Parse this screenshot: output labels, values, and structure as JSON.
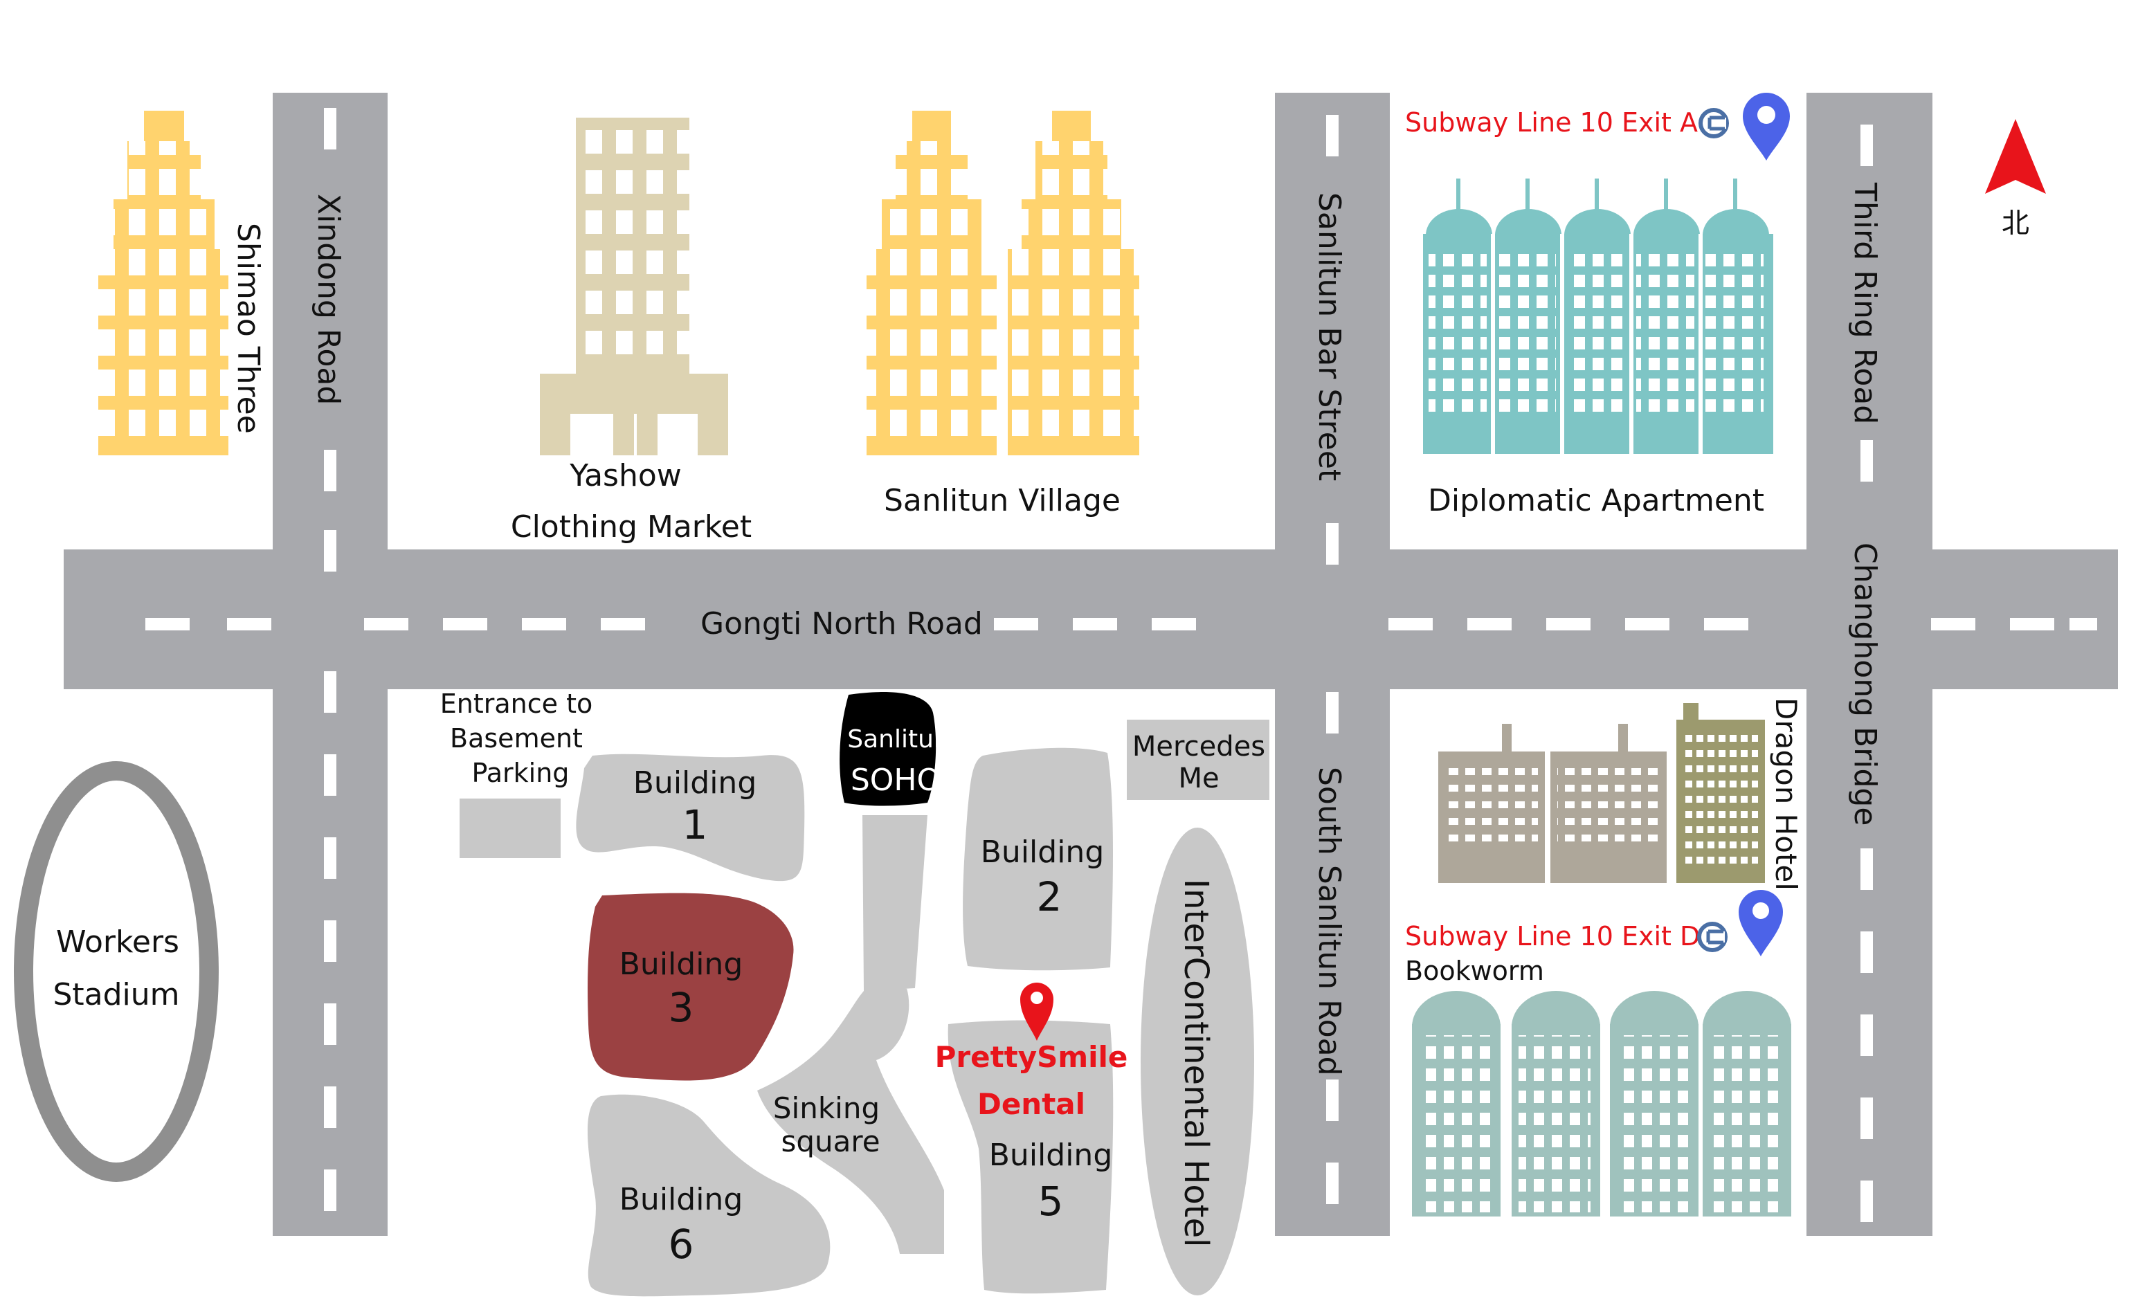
{
  "roads": {
    "xindong": "Xindong Road",
    "gongti_north": "Gongti North Road",
    "sanlitun_bar_street": "Sanlitun Bar Street",
    "south_sanlitun": "South Sanlitun Road",
    "third_ring": "Third Ring Road",
    "changhong_bridge": "Changhong Bridge"
  },
  "places": {
    "shimao_three": "Shimao Three",
    "yashow_line1": "Yashow",
    "yashow_line2": "Clothing Market",
    "sanlitun_village": "Sanlitun Village",
    "diplomatic_apartment": "Diplomatic Apartment",
    "dragon_hotel": "Dragon Hotel",
    "bookworm": "Bookworm",
    "intercontinental": "InterContinental Hotel",
    "mercedes_line1": "Mercedes",
    "mercedes_line2": "Me",
    "soho_line1": "Sanlitun",
    "soho_line2": "SOHO",
    "parking_line1": "Entrance to",
    "parking_line2": "Basement",
    "parking_line3": "Parking",
    "workers_line1": "Workers",
    "workers_line2": "Stadium",
    "sinking_line1": "Sinking",
    "sinking_line2": "square"
  },
  "buildings": {
    "b1_label": "Building",
    "b1_num": "1",
    "b2_label": "Building",
    "b2_num": "2",
    "b3_label": "Building",
    "b3_num": "3",
    "b5_label": "Building",
    "b5_num": "5",
    "b6_label": "Building",
    "b6_num": "6"
  },
  "subway": {
    "exit_a": "Subway Line 10 Exit A",
    "exit_d": "Subway Line 10 Exit D"
  },
  "clinic": {
    "line1": "PrettySmile",
    "line2": "Dental"
  },
  "north": {
    "label": "北"
  },
  "colors": {
    "road": "#a8a9ad",
    "road_dash": "#ffffff",
    "lot": "#c8c8c8",
    "yellow_tower": "#ffd36e",
    "beige_tower": "#ddd3b2",
    "teal_tower": "#7ec5c5",
    "sage_tower": "#9fc2bd",
    "taupe_building": "#aea79a",
    "olive_building": "#9c9a6e",
    "building3": "#9b4142",
    "soho": "#000000",
    "highlight_red": "#e8141b",
    "pin_blue": "#4c63e8",
    "stadium": "#8f8f8f"
  },
  "icons": [
    "subway-logo-icon",
    "map-pin-icon",
    "north-arrow-icon"
  ]
}
